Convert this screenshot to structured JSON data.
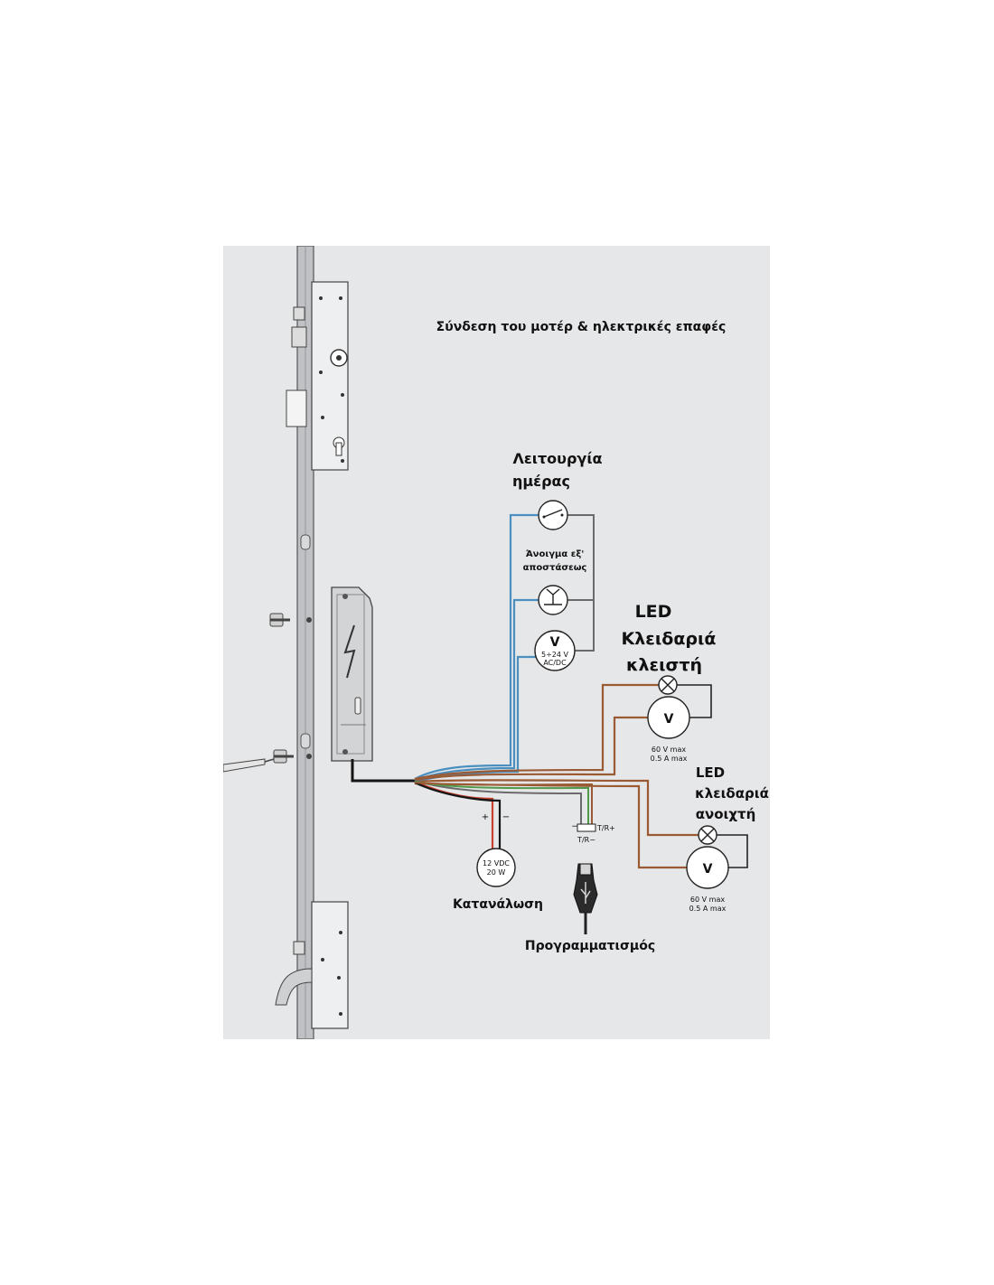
{
  "title": "Σύνδεση του μοτέρ & ηλεκτρικές επαφές",
  "labels": {
    "day_mode_line1": "Λειτουργία",
    "day_mode_line2": "ημέρας",
    "remote_line1": "Άνοιγμα εξ'",
    "remote_line2": "αποστάσεως",
    "input_v": "V",
    "input_range": "5÷24 V",
    "input_type": "AC/DC",
    "led_closed_line1": "LED",
    "led_closed_line2": "Κλειδαριά",
    "led_closed_line3": "κλειστή",
    "led_closed_v": "V",
    "led_closed_rating1": "60 V max",
    "led_closed_rating2": "0.5 A max",
    "led_open_line1": "LED",
    "led_open_line2": "κλειδαριά",
    "led_open_line3": "ανοιχτή",
    "led_open_v": "V",
    "led_open_rating1": "60 V max",
    "led_open_rating2": "0.5 A max",
    "supply_plus": "+",
    "supply_minus": "−",
    "supply_rating1": "12 VDC",
    "supply_rating2": "20 W",
    "consumption": "Κατανάλωση",
    "tr_minus_sign": "−",
    "tr_plus": "T/R+",
    "tr_minus": "T/R−",
    "programming": "Προγραμματισμός"
  },
  "colors": {
    "panel_bg": "#e6e7e9",
    "wire_blue": "#4a8fc0",
    "wire_brown": "#9a5a34",
    "wire_red": "#c8402e",
    "wire_green": "#4f9b4a",
    "wire_gray": "#6b6b6b",
    "wire_black": "#151515"
  },
  "icons": [
    "switch-icon",
    "push-button-icon",
    "voltmeter-icon",
    "lamp-icon",
    "usb-icon",
    "screw-icon",
    "screwdriver-icon",
    "lightning-icon"
  ]
}
